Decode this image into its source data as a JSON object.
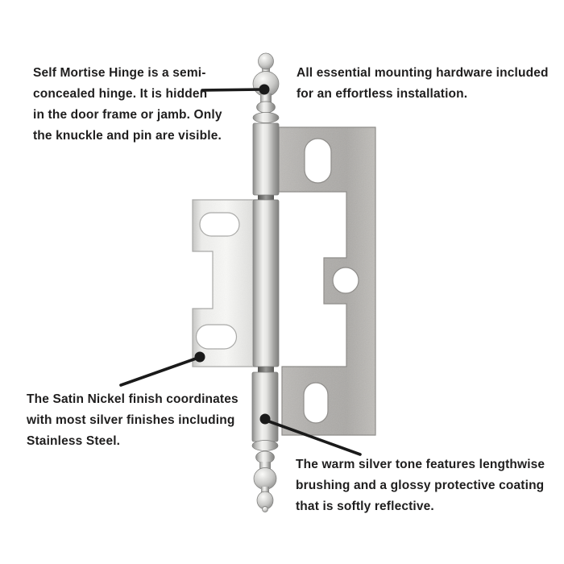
{
  "product": {
    "name": "Self Mortise Hinge",
    "finish": "Satin Nickel"
  },
  "annotations": {
    "top_left": {
      "lines": [
        "Self Mortise Hinge is a semi-",
        "concealed hinge. It is hidden",
        "in the door frame or jamb. Only",
        "the knuckle and pin are visible."
      ]
    },
    "top_right": {
      "lines": [
        "All essential mounting hardware included",
        "for an effortless installation."
      ]
    },
    "bottom_left": {
      "lines": [
        "The Satin Nickel finish coordinates",
        "with most silver finishes including",
        "Stainless Steel."
      ]
    },
    "bottom_right": {
      "lines": [
        "The warm silver tone features lengthwise",
        "brushing and a glossy protective coating",
        "that is softly reflective."
      ]
    }
  },
  "colors": {
    "background": "#ffffff",
    "text": "#1f1e1e",
    "callout_line": "#1a1a1a",
    "metal_light": "#f2f2f0",
    "metal_mid": "#c9c7c4",
    "metal_dark": "#a9a7a4"
  }
}
